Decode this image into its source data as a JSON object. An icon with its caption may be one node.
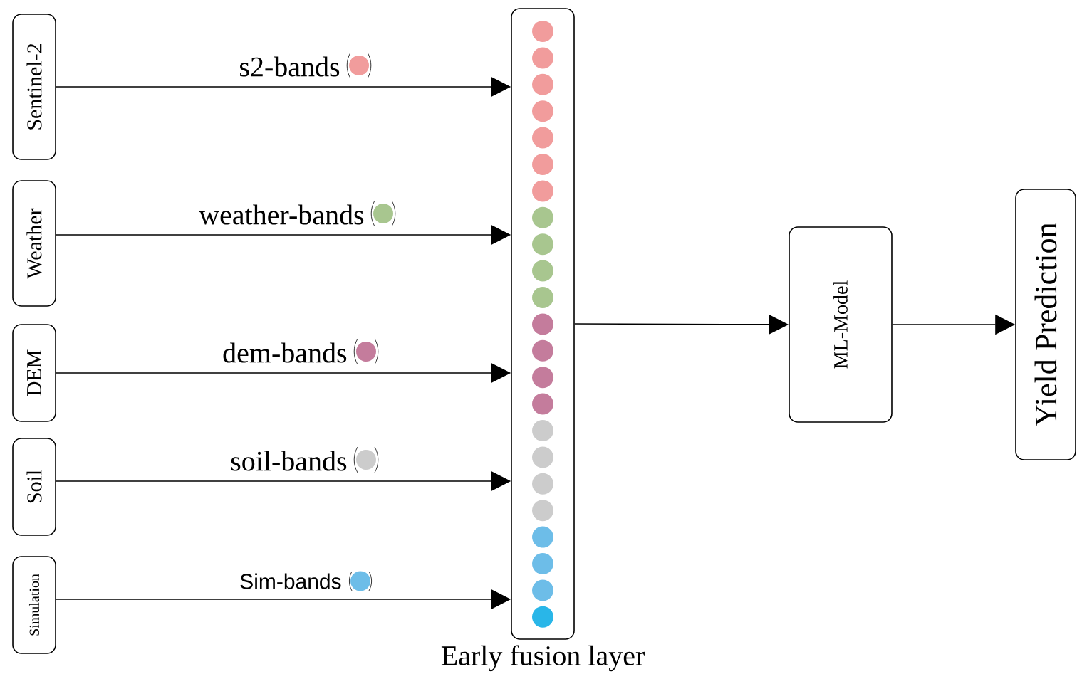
{
  "diagram": {
    "nodes": [
      {
        "text": [
          "Sentinel-2"
        ]
      },
      {
        "text": [
          "Weather"
        ]
      },
      {
        "text": [
          "DEM"
        ]
      },
      {
        "text": [
          "Soil"
        ]
      },
      {
        "text": [
          "Simulation"
        ]
      },
      {
        "text": [],
        "shape": "box",
        "beside": [
          "Early fusion layer"
        ]
      },
      {
        "text": [
          "ML-Model"
        ]
      },
      {
        "text": [
          "Yield Prediction"
        ]
      }
    ],
    "edges": [
      {
        "from": 0,
        "to": 5,
        "arrow": "to",
        "label": "s2-bands"
      },
      {
        "from": 1,
        "to": 5,
        "arrow": "to",
        "label": "weather-bands"
      },
      {
        "from": 2,
        "to": 5,
        "arrow": "to",
        "label": "dem-bands"
      },
      {
        "from": 3,
        "to": 5,
        "arrow": "to",
        "label": "soil-bands"
      },
      {
        "from": 4,
        "to": 5,
        "arrow": "to",
        "label": "Sim-bands"
      },
      {
        "from": 5,
        "to": 6,
        "arrow": "to"
      },
      {
        "from": 6,
        "to": 7,
        "arrow": "to"
      }
    ]
  }
}
